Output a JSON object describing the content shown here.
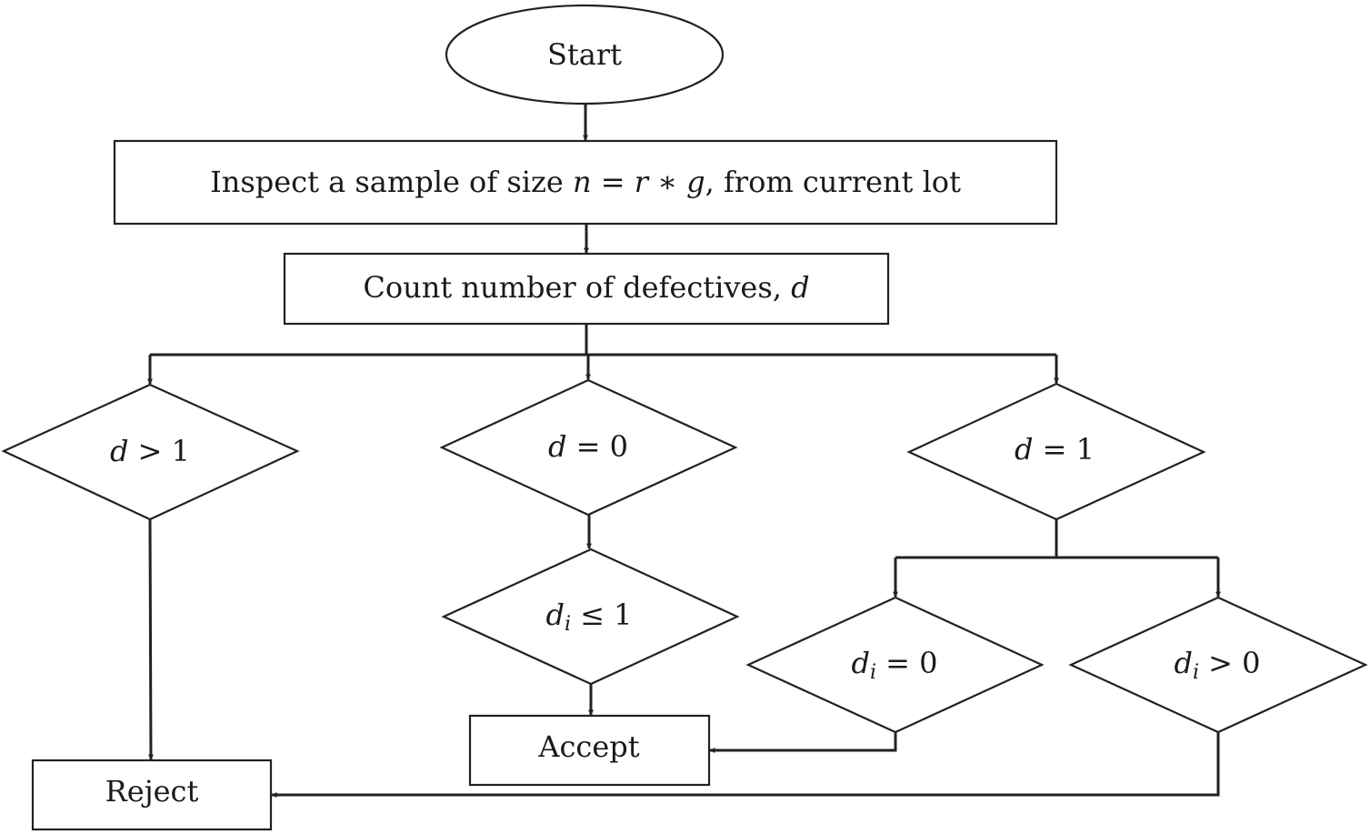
{
  "nodes": {
    "start": {
      "label": "Start"
    },
    "inspect": {
      "prefix": "Inspect a sample of size ",
      "var_n": "n",
      "op_eq": " = ",
      "var_r": "r",
      "op_mul": " ∗ ",
      "var_g": "g",
      "suffix": ", from current lot"
    },
    "count": {
      "prefix": "Count number of defectives, ",
      "var_d": "d"
    },
    "cond_gt1": {
      "var": "d",
      "rest": " > 1"
    },
    "cond_eq0": {
      "var": "d",
      "rest": " = 0"
    },
    "cond_eq1": {
      "var": "d",
      "rest": " = 1"
    },
    "cond_di_le1": {
      "var": "d",
      "sub": "i",
      "rest": " ≤ 1"
    },
    "cond_di_eq0": {
      "var": "d",
      "sub": "i",
      "rest": " = 0"
    },
    "cond_di_gt0": {
      "var": "d",
      "sub": "i",
      "rest": " > 0"
    },
    "accept": {
      "label": "Accept"
    },
    "reject": {
      "label": "Reject"
    }
  }
}
